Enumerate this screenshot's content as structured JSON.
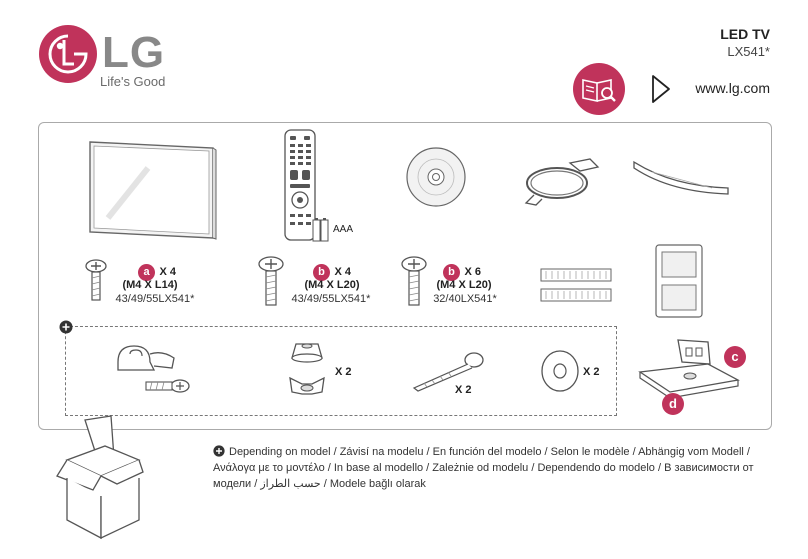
{
  "brand": {
    "name": "LG",
    "tagline": "Life's Good",
    "logo_letters": "LG"
  },
  "product": {
    "title": "LED TV",
    "model": "LX541*"
  },
  "website": "www.lg.com",
  "icons": {
    "manual": "manual-book-icon",
    "play": "play-arrow-icon",
    "optional": "plus-circle-icon",
    "box": "cardboard-box-icon"
  },
  "colors": {
    "accent": "#c0335b",
    "brand_gray": "#888888"
  },
  "battery_label": "AAA",
  "screws": [
    {
      "badge": "a",
      "qty": "X 4",
      "spec": "(M4 X L14)",
      "models": "43/49/55LX541*"
    },
    {
      "badge": "b",
      "qty": "X 4",
      "spec": "(M4 X L20)",
      "models": "43/49/55LX541*"
    },
    {
      "badge": "b",
      "qty": "X 6",
      "spec": "(M4 X L20)",
      "models": "32/40LX541*"
    }
  ],
  "optional_items": {
    "nut_qty": "X 2",
    "bolt_qty": "X 2",
    "washer_qty": "X 2"
  },
  "stand_badges": {
    "neck": "c",
    "base": "d"
  },
  "footnote": "Depending on model / Závisí na modelu / En función del modelo / Selon le modèle / Abhängig vom Modell / Ανάλογα με το μοντέλο / In base al modello / Zależnie od modelu / Dependendo do modelo / В зависимости от модели / حسب الطراز / Modele bağlı olarak"
}
